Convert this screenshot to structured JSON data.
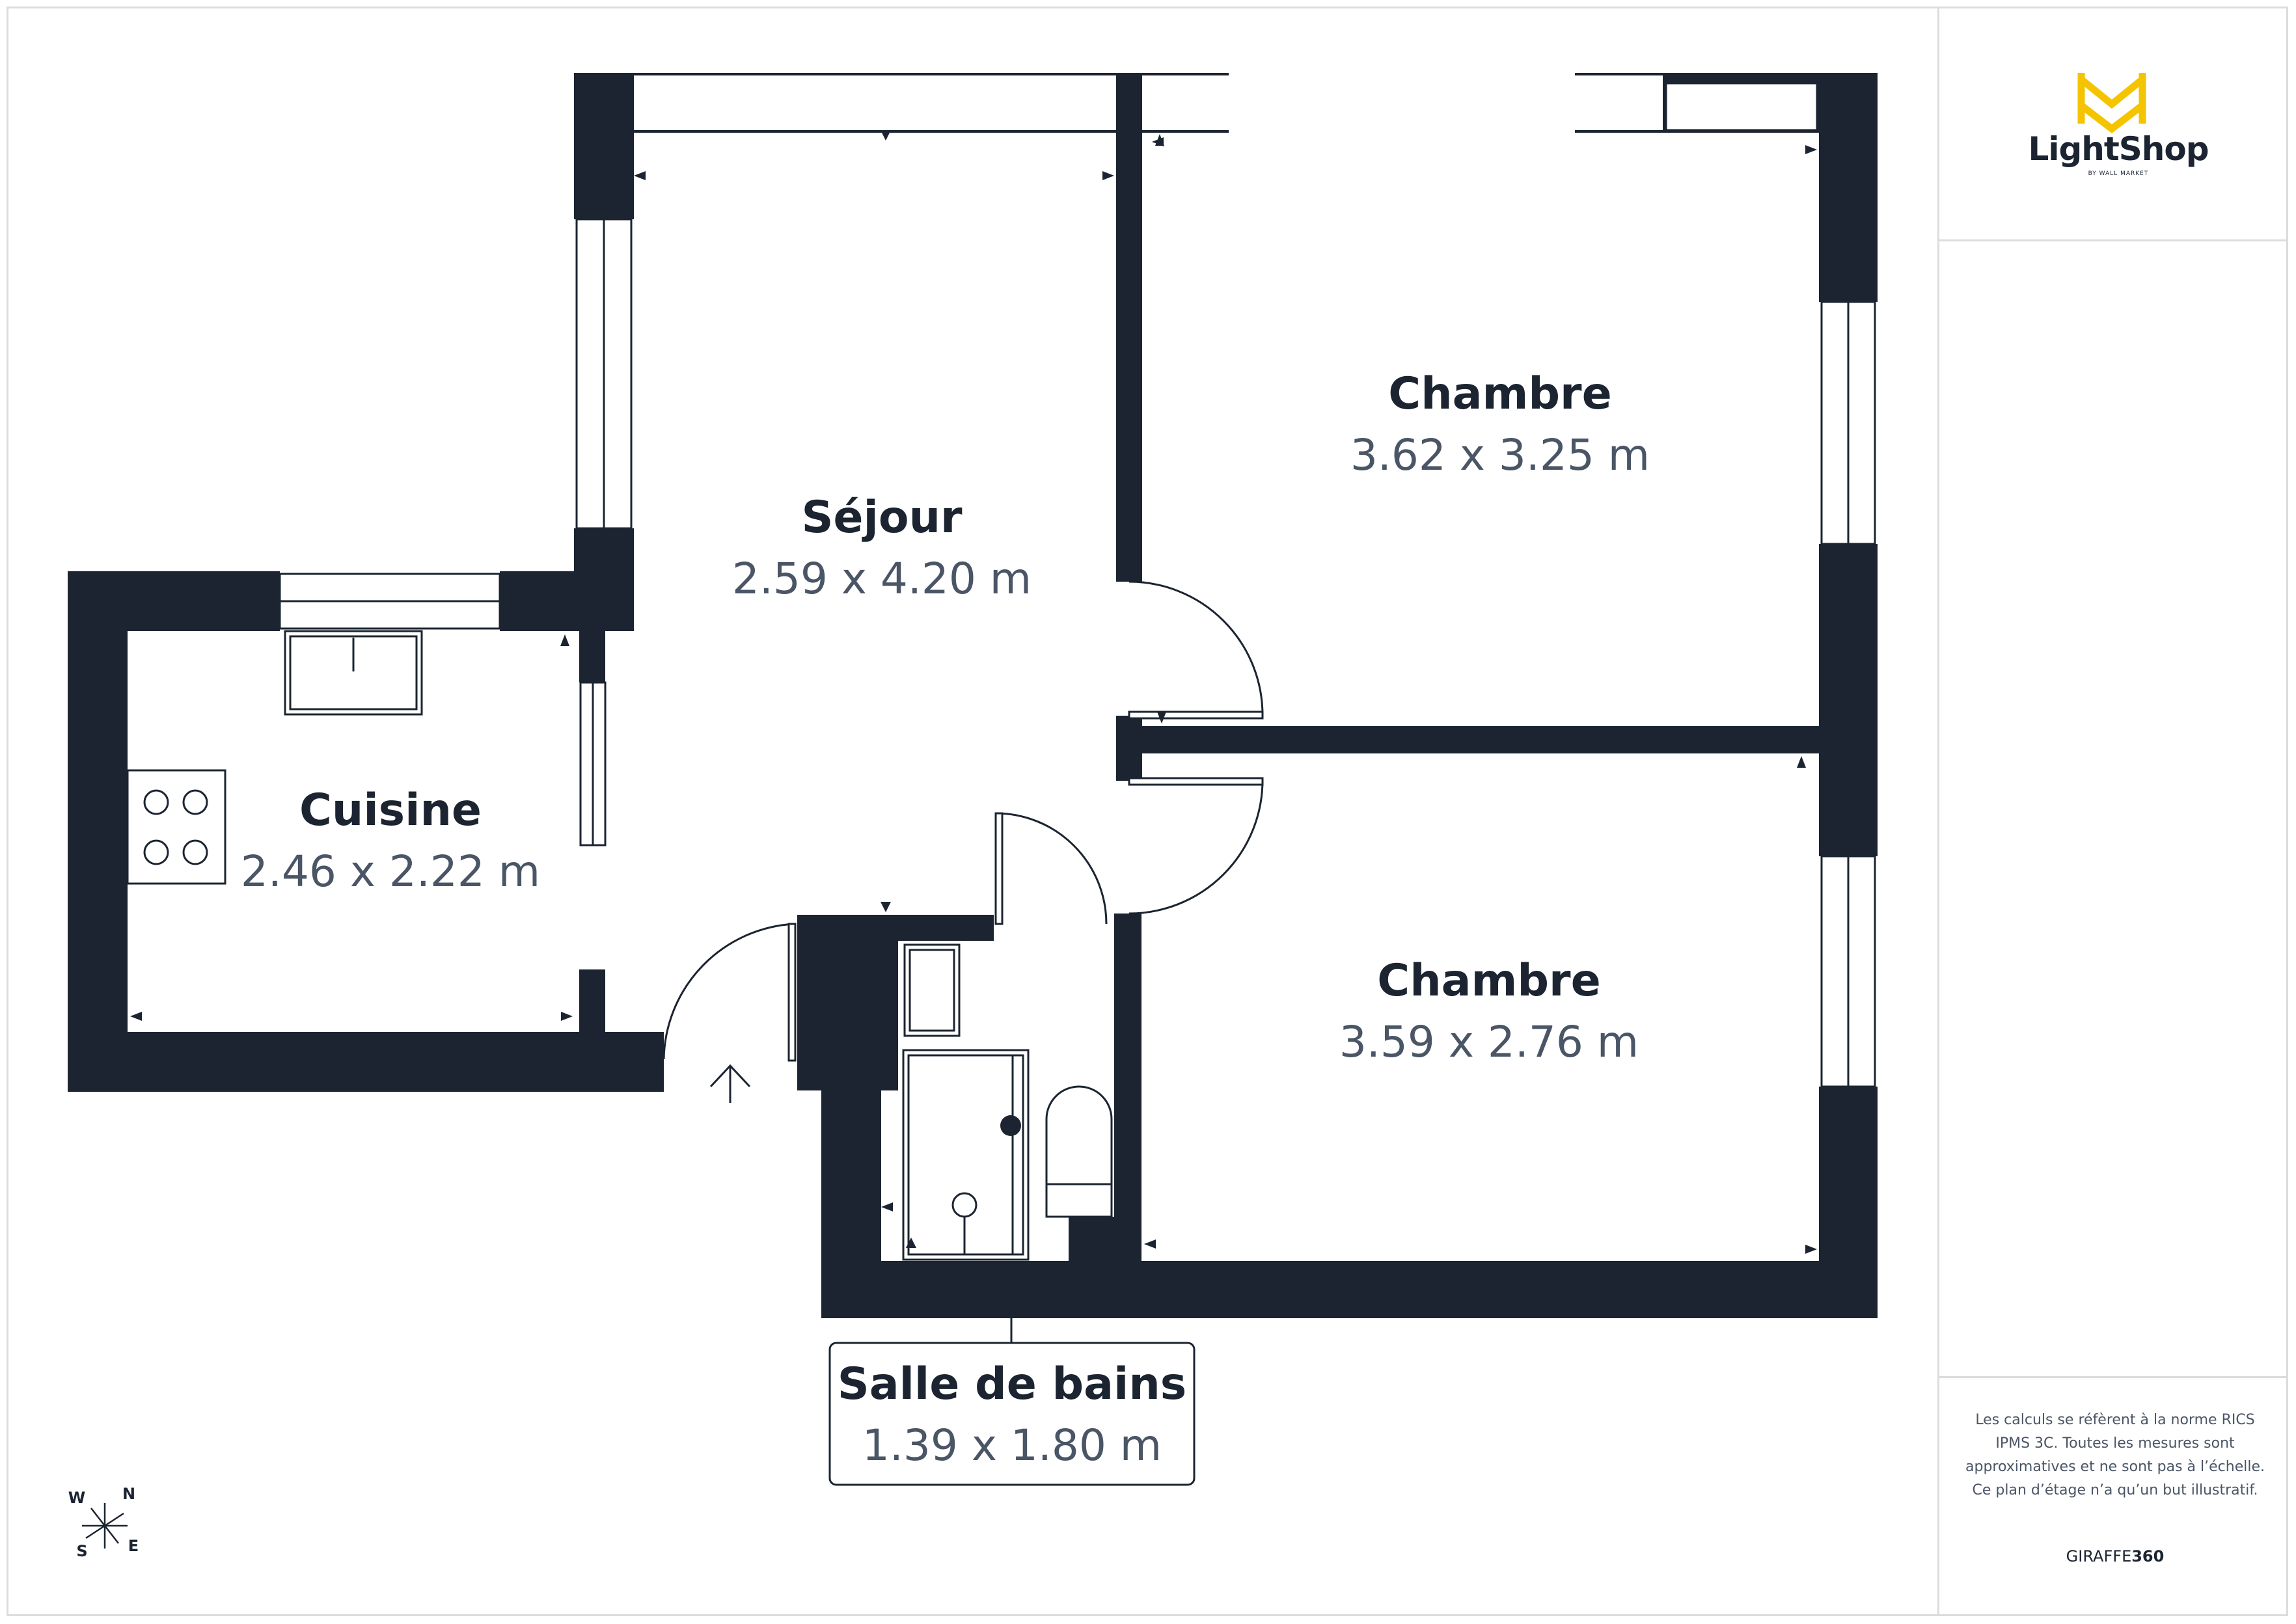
{
  "rooms": [
    {
      "name": "Séjour",
      "dimensions": "2.59 x 4.20 m"
    },
    {
      "name": "Chambre",
      "dimensions": "3.62 x 3.25 m"
    },
    {
      "name": "Cuisine",
      "dimensions": "2.46 x 2.22 m"
    },
    {
      "name": "Chambre",
      "dimensions": "3.59 x 2.76 m"
    },
    {
      "name": "Salle de bains",
      "dimensions": "1.39 x 1.80 m"
    }
  ],
  "compass": {
    "n": "N",
    "s": "S",
    "e": "E",
    "w": "W"
  },
  "logo": {
    "name": "LightShop",
    "sub": "BY WALL MARKET"
  },
  "disclaimer": "Les calculs se réfèrent à la norme RICS IPMS 3C. Toutes les mesures sont approximatives et ne sont pas à l’échelle. Ce plan d’étage n’a qu’un but illustratif.",
  "brand": {
    "prefix": "GIRAFFE",
    "suffix": "360"
  },
  "colors": {
    "wall": "#1b2430",
    "accent": "#f5c400",
    "text": "#4a5566"
  }
}
